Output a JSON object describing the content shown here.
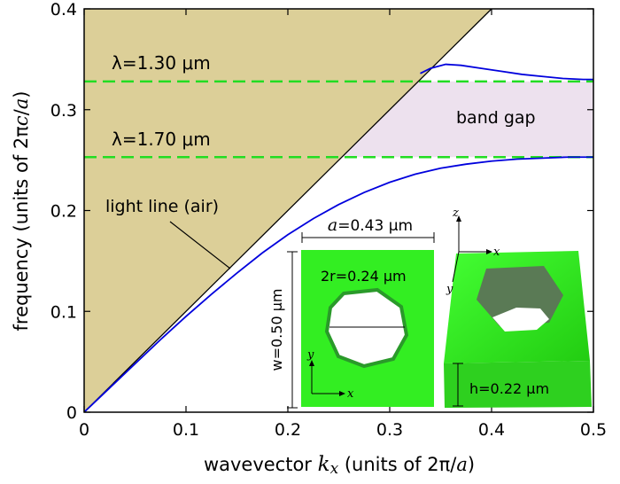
{
  "chart_data": {
    "type": "line",
    "xlabel_prefix": "wavevector ",
    "xlabel_var": "k",
    "xlabel_sub": "x",
    "xlabel_suffix": " (units of 2π/",
    "xlabel_a": "a",
    "xlabel_close": ")",
    "ylabel_prefix": "frequency (units of 2π",
    "ylabel_c": "c",
    "ylabel_slash": "/",
    "ylabel_a": "a",
    "ylabel_close": ")",
    "xlim": [
      0,
      0.5
    ],
    "ylim": [
      0,
      0.4
    ],
    "xticks": [
      "0",
      "0.1",
      "0.2",
      "0.3",
      "0.4",
      "0.5"
    ],
    "yticks": [
      "0",
      "0.1",
      "0.2",
      "0.3",
      "0.4"
    ],
    "light_line": {
      "slope": 1.0,
      "label": "light line (air)"
    },
    "series": [
      {
        "color": "#0000dd",
        "x": [
          0,
          0.025,
          0.05,
          0.075,
          0.1,
          0.125,
          0.15,
          0.175,
          0.2,
          0.225,
          0.25,
          0.275,
          0.3,
          0.325,
          0.35,
          0.375,
          0.4,
          0.425,
          0.45,
          0.475,
          0.5
        ],
        "y": [
          0,
          0.024,
          0.048,
          0.072,
          0.095,
          0.117,
          0.138,
          0.158,
          0.176,
          0.192,
          0.206,
          0.218,
          0.228,
          0.236,
          0.242,
          0.246,
          0.249,
          0.251,
          0.252,
          0.253,
          0.253
        ]
      },
      {
        "color": "#0000dd",
        "x": [
          0.33,
          0.34,
          0.355,
          0.37,
          0.39,
          0.41,
          0.43,
          0.45,
          0.47,
          0.49,
          0.5
        ],
        "y": [
          0.336,
          0.341,
          0.345,
          0.344,
          0.341,
          0.338,
          0.335,
          0.333,
          0.331,
          0.33,
          0.33
        ]
      }
    ],
    "hlines": [
      {
        "y": 0.328,
        "label": "λ=1.30 μm",
        "color": "#22dd22"
      },
      {
        "y": 0.253,
        "label": "λ=1.70 μm",
        "color": "#22dd22"
      }
    ],
    "band_gap": {
      "y1": 0.253,
      "y2": 0.328,
      "label": "band gap",
      "color": "#ede1ee"
    },
    "colors": {
      "light_cone": "#dccf98",
      "curve": "#0000dd",
      "dashed": "#22dd22",
      "slab": "#33ee22"
    },
    "inset": {
      "a_var": "a",
      "a_label": "=0.43 μm",
      "r_label": "2r=0.24 μm",
      "w_label": "w=0.50 μm",
      "h_label": "h=0.22 μm",
      "axis_x": "x",
      "axis_y": "y",
      "axis_z": "z"
    }
  }
}
